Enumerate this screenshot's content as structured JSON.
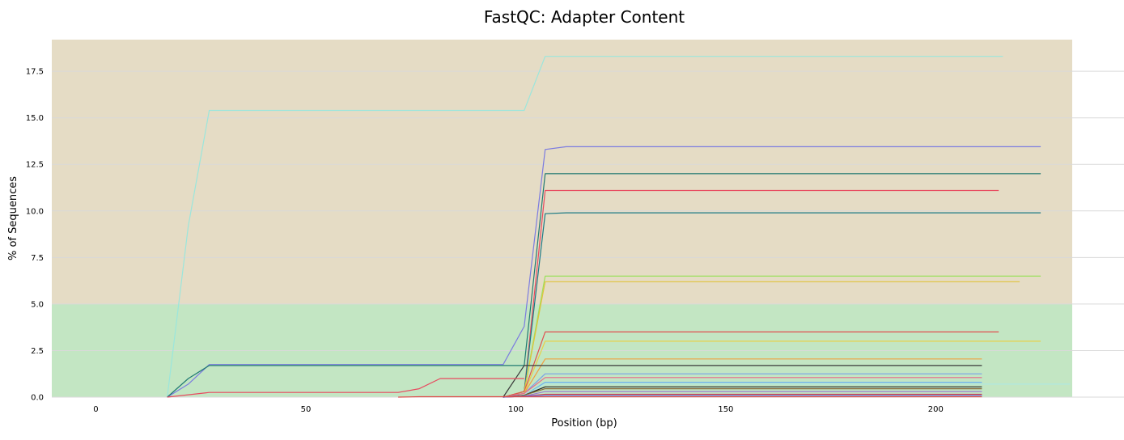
{
  "chart_data": {
    "type": "line",
    "title": "FastQC: Adapter Content",
    "xlabel": "Position (bp)",
    "ylabel": "% of Sequences",
    "xlim": [
      -10.5,
      232.5
    ],
    "ylim": [
      0,
      19.2
    ],
    "x_ticks": [
      0,
      50,
      100,
      150,
      200
    ],
    "y_ticks": [
      0.0,
      2.5,
      5.0,
      7.5,
      10.0,
      12.5,
      15.0,
      17.5
    ],
    "x_tick_labels": [
      "0",
      "50",
      "100",
      "150",
      "200"
    ],
    "y_tick_labels": [
      "0.0",
      "2.5",
      "5.0",
      "7.5",
      "10.0",
      "12.5",
      "15.0",
      "17.5"
    ],
    "grid": "horizontal",
    "legend": "none",
    "bands": [
      {
        "y0": 0,
        "y1": 5,
        "color": "#c3e6c3"
      },
      {
        "y0": 5,
        "y1": 19.2,
        "color": "#e5dcc5"
      }
    ],
    "series": [
      {
        "color": "#9be6dc",
        "x": [
          17,
          22,
          27,
          102,
          107,
          216
        ],
        "y": [
          0,
          9.2,
          15.4,
          15.4,
          18.3,
          18.3
        ]
      },
      {
        "color": "#7b7be0",
        "x": [
          17,
          22,
          27,
          97,
          102,
          107,
          112,
          225
        ],
        "y": [
          0,
          0.7,
          1.75,
          1.75,
          3.8,
          13.3,
          13.45,
          13.45
        ]
      },
      {
        "color": "#217a72",
        "x": [
          17,
          22,
          27,
          97,
          102,
          107,
          112,
          225
        ],
        "y": [
          0,
          1.0,
          1.7,
          1.7,
          1.7,
          12.0,
          12.0,
          12.0
        ]
      },
      {
        "color": "#e84a5f",
        "x": [
          97,
          102,
          107,
          215
        ],
        "y": [
          0,
          0.3,
          11.1,
          11.1
        ]
      },
      {
        "color": "#1b7a86",
        "x": [
          97,
          102,
          107,
          112,
          225
        ],
        "y": [
          0,
          0.3,
          9.85,
          9.9,
          9.9
        ]
      },
      {
        "color": "#9be05c",
        "x": [
          97,
          102,
          107,
          225
        ],
        "y": [
          0,
          0.3,
          6.5,
          6.5
        ]
      },
      {
        "color": "#e0c23c",
        "x": [
          97,
          102,
          107,
          220
        ],
        "y": [
          0,
          0.3,
          6.2,
          6.2
        ]
      },
      {
        "color": "#e05050",
        "x": [
          97,
          102,
          107,
          215
        ],
        "y": [
          0,
          0.3,
          3.5,
          3.5
        ]
      },
      {
        "color": "#e8d04a",
        "x": [
          97,
          102,
          107,
          225
        ],
        "y": [
          0,
          0.2,
          3.0,
          3.0
        ]
      },
      {
        "color": "#f0a040",
        "x": [
          97,
          102,
          107,
          211
        ],
        "y": [
          0,
          0.2,
          2.05,
          2.05
        ]
      },
      {
        "color": "#3a3a3a",
        "x": [
          97,
          102,
          107,
          211
        ],
        "y": [
          0,
          1.7,
          1.7,
          1.7
        ]
      },
      {
        "color": "#7aa0e8",
        "x": [
          97,
          102,
          107,
          211
        ],
        "y": [
          0,
          0.2,
          1.25,
          1.25
        ]
      },
      {
        "color": "#e86a8a",
        "x": [
          97,
          102,
          107,
          211
        ],
        "y": [
          0,
          0.2,
          1.05,
          1.05
        ]
      },
      {
        "color": "#6ab0f0",
        "x": [
          97,
          102,
          107,
          211
        ],
        "y": [
          0,
          0.1,
          0.8,
          0.8
        ]
      },
      {
        "color": "#b0e8e0",
        "x": [
          97,
          102,
          107,
          232
        ],
        "y": [
          0,
          0.1,
          0.7,
          0.7
        ]
      },
      {
        "color": "#222222",
        "x": [
          97,
          102,
          107,
          211
        ],
        "y": [
          0,
          0.1,
          0.55,
          0.55
        ]
      },
      {
        "color": "#8a6a3a",
        "x": [
          97,
          102,
          107,
          211
        ],
        "y": [
          0,
          0.1,
          0.45,
          0.45
        ]
      },
      {
        "color": "#9a7ad0",
        "x": [
          97,
          102,
          107,
          211
        ],
        "y": [
          0,
          0.05,
          0.3,
          0.3
        ]
      },
      {
        "color": "#d04a4a",
        "x": [
          97,
          102,
          107,
          211
        ],
        "y": [
          0,
          0.05,
          0.15,
          0.15
        ]
      },
      {
        "color": "#6a6ae0",
        "x": [
          97,
          102,
          107,
          211
        ],
        "y": [
          0,
          0.05,
          0.1,
          0.1
        ]
      },
      {
        "color": "#e84a5f",
        "x": [
          17,
          27,
          72,
          77,
          82,
          97,
          102
        ],
        "y": [
          0,
          0.25,
          0.25,
          0.45,
          1.0,
          1.0,
          1.0
        ]
      },
      {
        "color": "#e04848",
        "x": [
          72,
          77,
          211
        ],
        "y": [
          0,
          0.02,
          0.02
        ]
      }
    ]
  }
}
